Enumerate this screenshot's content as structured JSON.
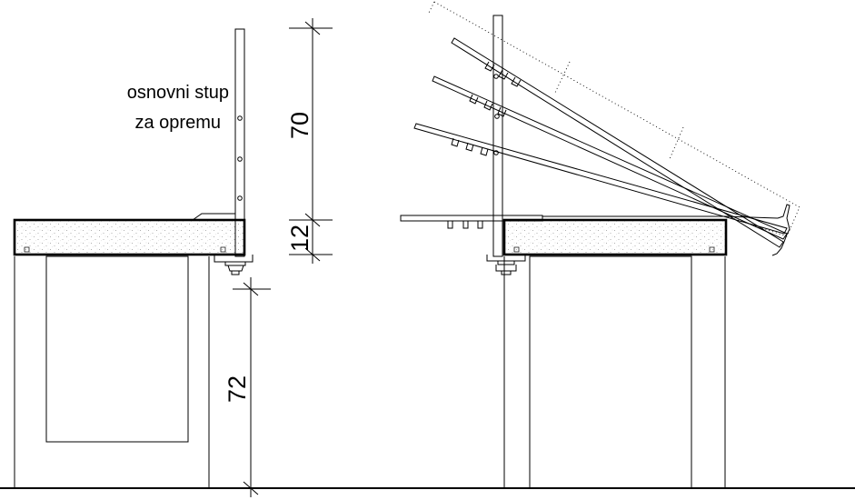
{
  "annotation": {
    "line1": "osnovni stup",
    "line2": "za opremu"
  },
  "dimensions": {
    "upper": "70",
    "worktop": "12",
    "lower": "72"
  }
}
